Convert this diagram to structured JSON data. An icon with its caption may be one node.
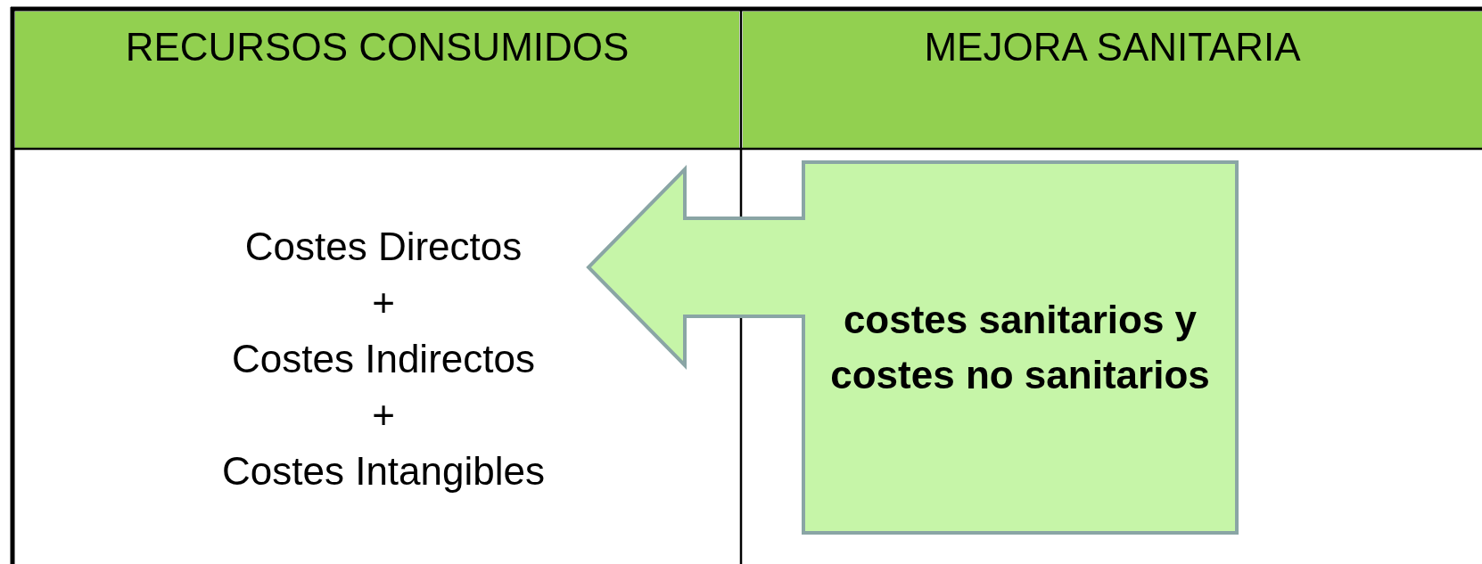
{
  "diagram": {
    "nodes": [
      {
        "text": [
          "Costes Directos + Costes Indirectos + Costes Intangibles"
        ]
      },
      {
        "text": [
          "costes sanitarios y costes no sanitarios"
        ]
      }
    ],
    "edges": [
      {
        "from": 1,
        "to": 0,
        "arrow": "to"
      }
    ],
    "labels": [
      "RECURSOS CONSUMIDOS",
      "MEJORA SANITARIA"
    ]
  }
}
